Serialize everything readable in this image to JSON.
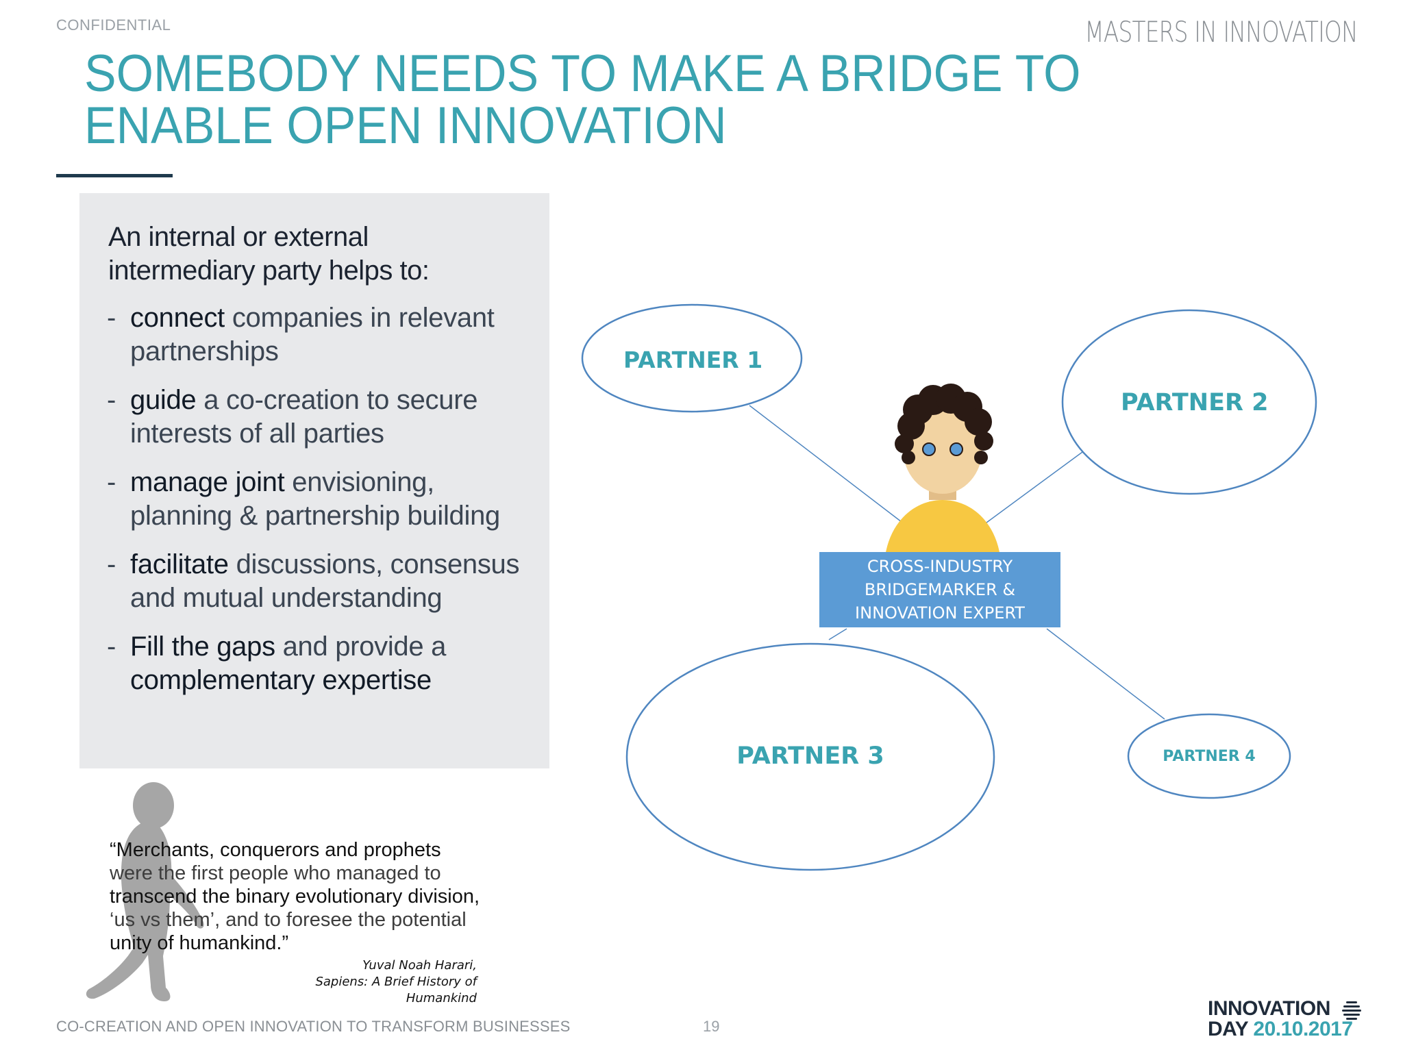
{
  "header": {
    "confidential": "CONFIDENTIAL",
    "brand": "MASTERS IN INNOVATION",
    "title": "SOMEBODY NEEDS TO MAKE A BRIDGE TO ENABLE OPEN INNOVATION"
  },
  "panel": {
    "intro": "An internal or external intermediary party helps to:",
    "bullets": [
      {
        "keyword": "connect",
        "text": " companies in relevant partnerships"
      },
      {
        "keyword": "guide",
        "text": " a co-creation to secure interests of  all parties"
      },
      {
        "keyword": "manage joint",
        "text": " envisioning, planning & partnership building"
      },
      {
        "keyword": "facilitate",
        "text": " discussions, consensus and mutual understanding"
      },
      {
        "keyword": "Fill the gaps",
        "text": " and provide a ",
        "keyword2": "complementary expertise"
      }
    ]
  },
  "quote": {
    "lines": [
      "“Merchants, conquerors and prophets",
      "were the first people who managed to",
      "transcend the binary evolutionary division,",
      "‘us vs them’, and to foresee the potential",
      "unity of humankind.”"
    ],
    "author": "Yuval Noah Harari,",
    "source": "Sapiens: A Brief History of Humankind"
  },
  "diagram": {
    "partners": [
      "PARTNER 1",
      "PARTNER 2",
      "PARTNER 3",
      "PARTNER 4"
    ],
    "center_lines": [
      "CROSS-INDUSTRY",
      "BRIDGEMARKER &",
      "INNOVATION EXPERT"
    ]
  },
  "footer": {
    "left": "CO-CREATION AND OPEN INNOVATION TO TRANSFORM BUSINESSES",
    "page": "19",
    "logo_top": "INNOVATION",
    "logo_day": "DAY",
    "logo_date": "20.10.2017"
  },
  "colors": {
    "accent": "#3aa3b0",
    "panel": "#e8e9eb",
    "ellipse_stroke": "#4f86c0",
    "box": "#5b9bd5",
    "shirt": "#f7c842",
    "hair": "#2a1a14",
    "skin": "#f2d3a2"
  }
}
